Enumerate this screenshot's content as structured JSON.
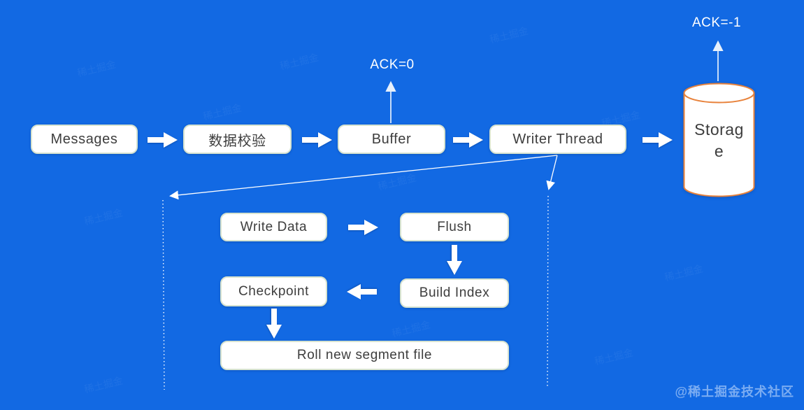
{
  "diagram": {
    "main_flow": {
      "nodes": [
        {
          "id": "messages",
          "label": "Messages"
        },
        {
          "id": "validation",
          "label": "数据校验"
        },
        {
          "id": "buffer",
          "label": "Buffer"
        },
        {
          "id": "writer-thread",
          "label": "Writer Thread"
        },
        {
          "id": "storage",
          "label": "Storage",
          "shape": "cylinder"
        }
      ],
      "ack_buffer": "ACK=0",
      "ack_storage": "ACK=-1"
    },
    "sub_flow": {
      "nodes": [
        {
          "id": "write-data",
          "label": "Write Data"
        },
        {
          "id": "flush",
          "label": "Flush"
        },
        {
          "id": "build-index",
          "label": "Build Index"
        },
        {
          "id": "checkpoint",
          "label": "Checkpoint"
        },
        {
          "id": "roll-segment",
          "label": "Roll new segment file"
        }
      ]
    }
  },
  "watermark": {
    "corner": "@稀土掘金技术社区",
    "tile": "稀土掘金"
  },
  "colors": {
    "background": "#1269e3",
    "box_fill": "#ffffff",
    "box_border": "#d7e3d0",
    "storage_border": "#e8823b",
    "box_text": "#3d3d3d",
    "ack_text": "#ffffff",
    "arrow_fill": "#ffffff",
    "thin_line": "#e6f0fc"
  }
}
